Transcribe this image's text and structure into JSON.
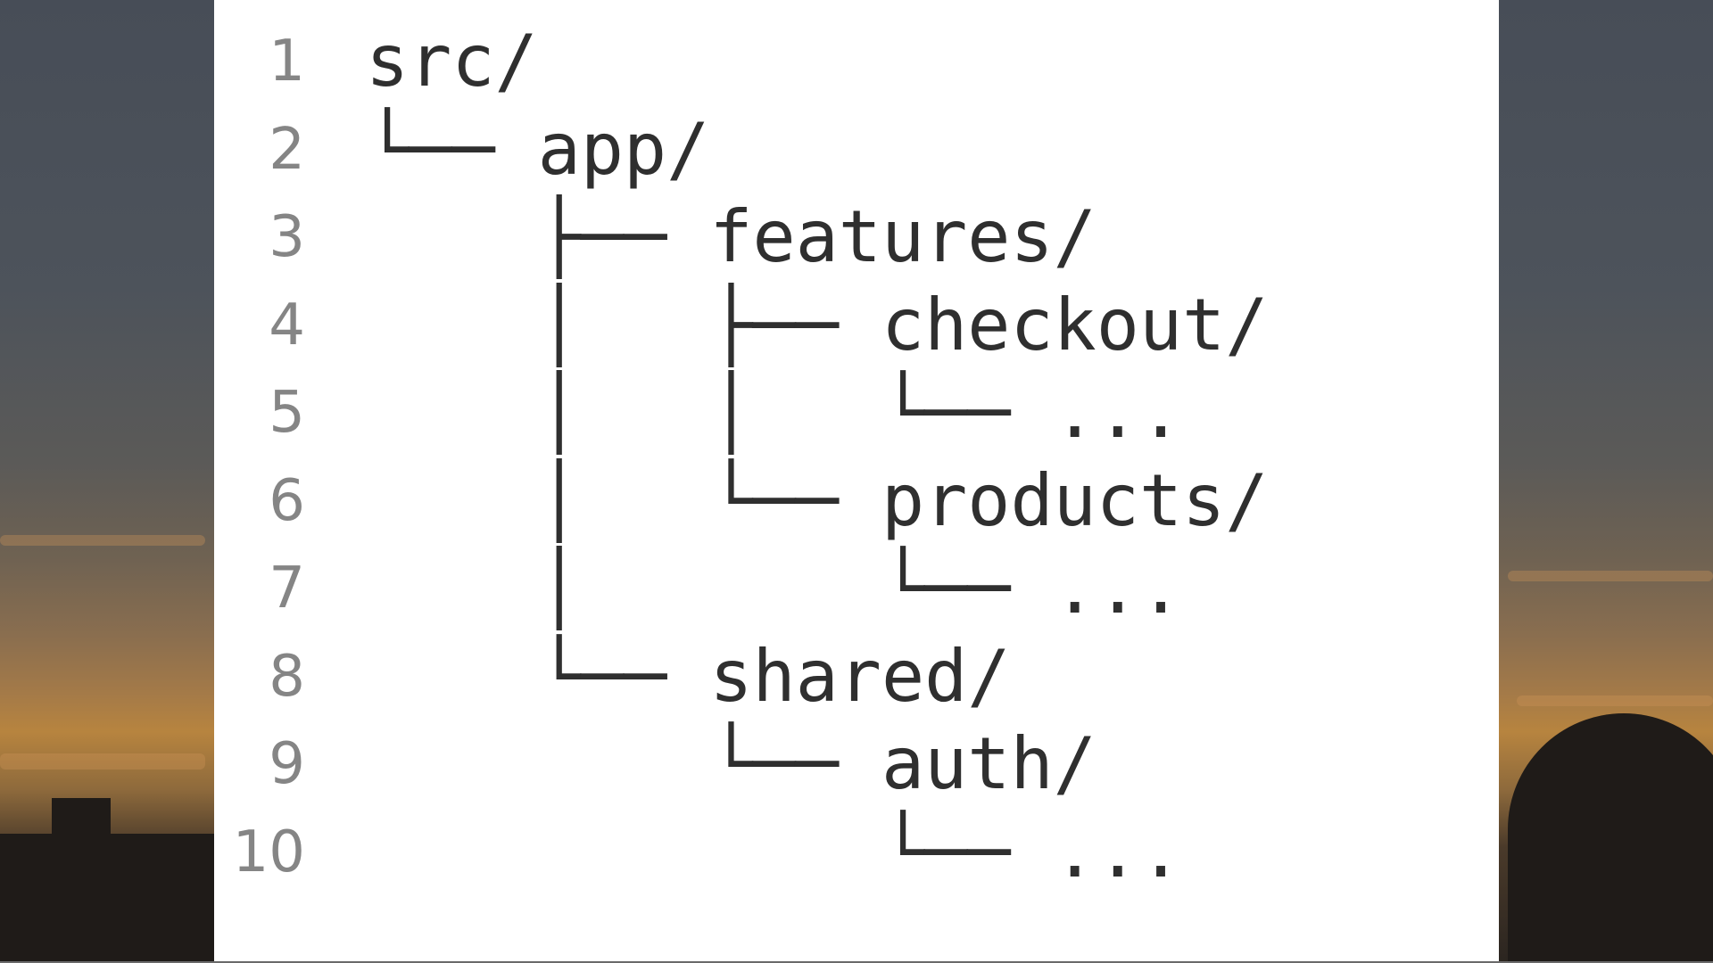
{
  "editor": {
    "lines": [
      {
        "number": "1",
        "text": "src/"
      },
      {
        "number": "2",
        "text": "└── app/"
      },
      {
        "number": "3",
        "text": "    ├── features/"
      },
      {
        "number": "4",
        "text": "    │   ├── checkout/"
      },
      {
        "number": "5",
        "text": "    │   │   └── ..."
      },
      {
        "number": "6",
        "text": "    │   └── products/"
      },
      {
        "number": "7",
        "text": "    │       └── ..."
      },
      {
        "number": "8",
        "text": "    └── shared/"
      },
      {
        "number": "9",
        "text": "        └── auth/"
      },
      {
        "number": "10",
        "text": "            └── ..."
      }
    ]
  },
  "colors": {
    "panel_background": "#ffffff",
    "code_text": "#2f2f2f",
    "line_number": "#858585"
  }
}
